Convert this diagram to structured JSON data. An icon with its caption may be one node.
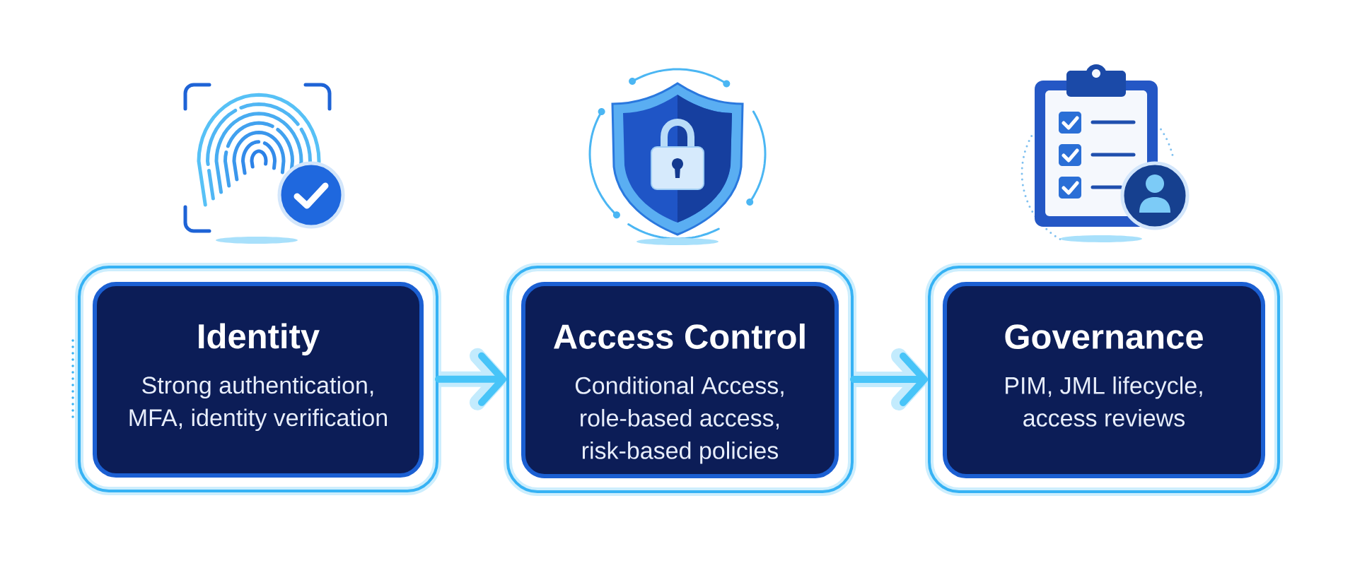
{
  "diagram": {
    "nodes": [
      {
        "text": [
          "Identity",
          "Strong authentication, MFA, identity verification"
        ]
      },
      {
        "text": [
          "Access Control",
          "Conditional Access, role-based access, risk-based policies"
        ]
      },
      {
        "text": [
          "Governance",
          "PIM, JML lifecycle, access reviews"
        ]
      }
    ],
    "edges": [
      {
        "from": 0,
        "to": 1,
        "arrow": "to"
      },
      {
        "from": 1,
        "to": 2,
        "arrow": "to"
      }
    ]
  }
}
